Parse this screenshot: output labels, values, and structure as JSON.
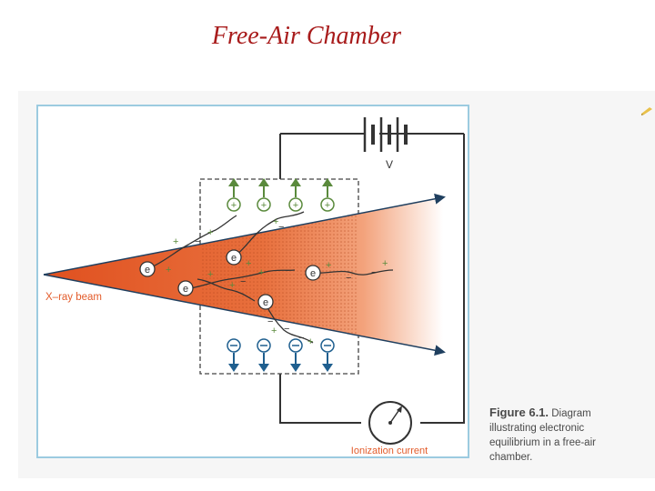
{
  "slide": {
    "title": "Free-Air Chamber"
  },
  "diagram": {
    "beam_label": "X–ray beam",
    "voltage_label": "V",
    "current_label": "Ionization current",
    "electron_symbol": "e",
    "positive_symbol": "+",
    "negative_symbol": "−",
    "colors": {
      "beam": "#e35c2b",
      "positive_ions": "#5a8a3c",
      "negative_ions": "#1f5f8f",
      "frame": "#9ccbe0",
      "wire": "#333333"
    }
  },
  "caption": {
    "figure_label": "Figure 6.1.",
    "text": "Diagram illustrating electronic equilibrium in a free-air chamber."
  }
}
